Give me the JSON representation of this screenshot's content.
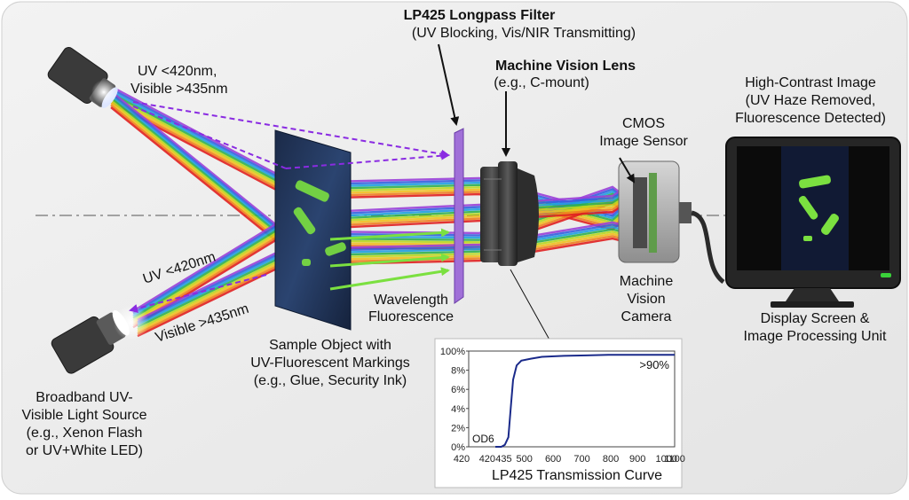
{
  "labels": {
    "filter_title": "LP425 Longpass Filter",
    "filter_sub": "(UV Blocking, Vis/NIR Transmitting)",
    "lens_title": "Machine Vision Lens",
    "lens_sub": "(e.g., C-mount)",
    "top_uv": "UV <420nm,",
    "top_vis": "Visible >435nm",
    "sensor_1": "CMOS",
    "sensor_2": "Image Sensor",
    "image_1": "High-Contrast Image",
    "image_2": "(UV Haze Removed,",
    "image_3": "Fluorescence Detected)",
    "bottom_uv": "UV <420nm",
    "bottom_vis": "Visible >435nm",
    "fluor_1": "Wavelength",
    "fluor_2": "Fluorescence",
    "camera_1": "Machine",
    "camera_2": "Vision",
    "camera_3": "Camera",
    "display_1": "Display Screen &",
    "display_2": "Image Processing Unit",
    "sample_1": "Sample Object with",
    "sample_2": "UV-Fluorescent Markings",
    "sample_3": "(e.g., Glue, Security Ink)",
    "source_1": "Broadband UV-",
    "source_2": "Visible Light Source",
    "source_3": "(e.g., Xenon Flash",
    "source_4": "or UV+White LED)"
  },
  "chart_data": {
    "type": "line",
    "title": "LP425 Transmission Curve",
    "x_ticks": [
      "420",
      "420",
      "435",
      "500",
      "600",
      "700",
      "800",
      "900",
      "1000",
      "1100"
    ],
    "y_ticks": [
      "0%",
      "2%",
      "4%",
      "6%",
      "8%",
      "100%"
    ],
    "annotations": [
      ">90%",
      "OD6"
    ],
    "xlim": [
      420,
      1100
    ],
    "series": [
      {
        "x": [
          420,
          425,
          428,
          431,
          433,
          435,
          438,
          442,
          450,
          500,
          600,
          700,
          800,
          900,
          1000,
          1100
        ],
        "y": [
          0,
          0,
          2,
          10,
          40,
          70,
          85,
          90,
          92,
          94,
          95,
          95.5,
          96,
          96,
          96,
          96
        ]
      }
    ]
  },
  "colors": {
    "uv": "#8a2be2",
    "spectrum": [
      "#9a40d8",
      "#3560e0",
      "#20a0e0",
      "#30b050",
      "#b8d820",
      "#f0c020",
      "#f08020",
      "#e02020"
    ],
    "fluorescence": "#7be040",
    "curve": "#1a2a8a"
  }
}
